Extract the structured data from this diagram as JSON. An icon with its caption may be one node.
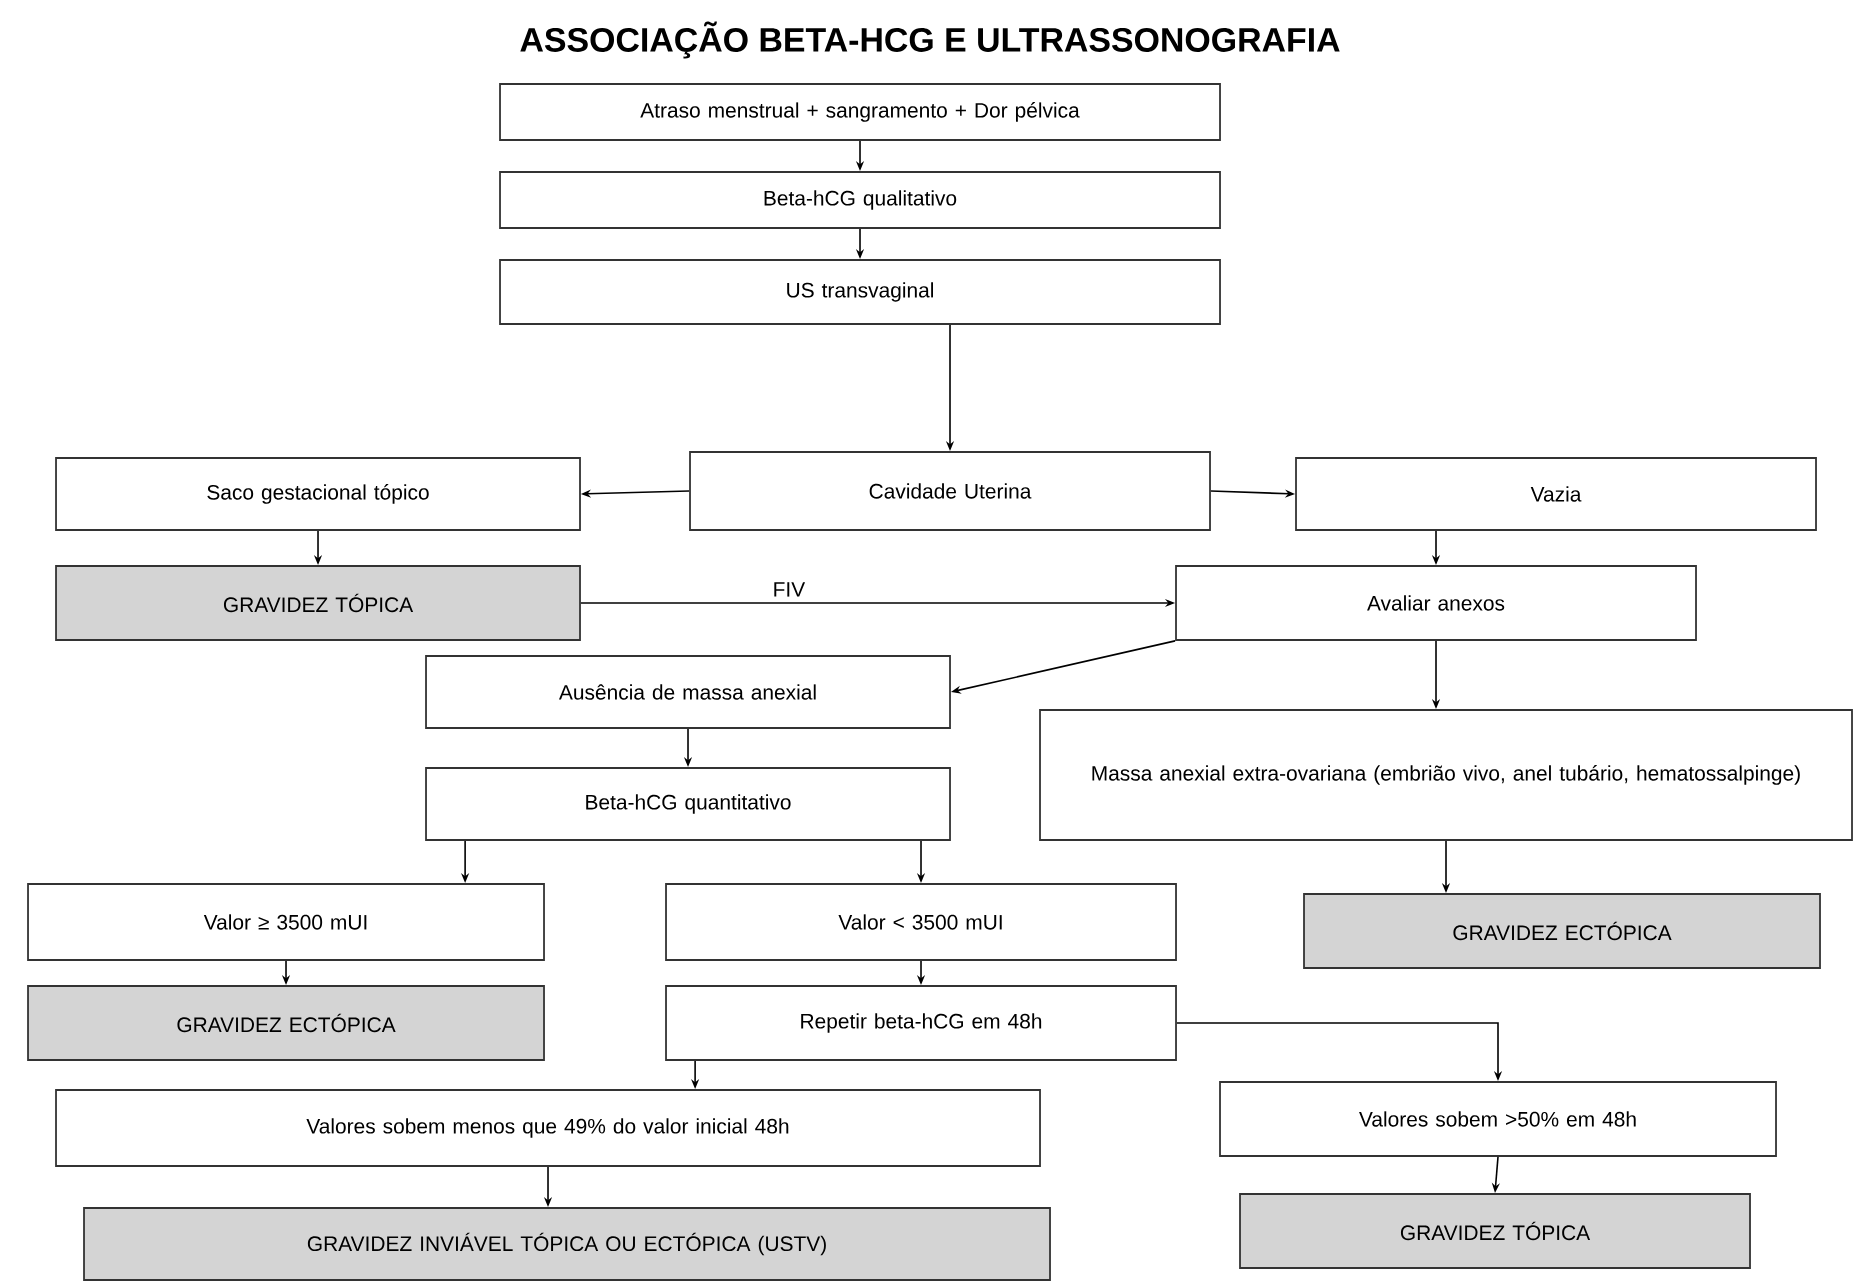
{
  "diagram": {
    "title": "ASSOCIAÇÃO BETA-HCG E ULTRASSONOGRAFIA",
    "nodes": [
      {
        "text": [
          "Atraso menstrual + sangramento + Dor pélvica"
        ]
      },
      {
        "text": [
          "Beta-hCG qualitativo"
        ]
      },
      {
        "text": [
          "US transvaginal"
        ]
      },
      {
        "text": [
          "Saco gestacional tópico"
        ]
      },
      {
        "text": [
          "Cavidade Uterina"
        ]
      },
      {
        "text": [
          "Vazia"
        ]
      },
      {
        "text": [
          "GRAVIDEZ TÓPICA"
        ]
      },
      {
        "text": [
          "Avaliar anexos"
        ]
      },
      {
        "text": [
          "Ausência de massa anexial"
        ]
      },
      {
        "text": [
          "Beta-hCG quantitativo"
        ]
      },
      {
        "text": [
          "Massa anexial extra-ovariana (embrião vivo, anel tubário, hematossalpinge)"
        ]
      },
      {
        "text": [
          "Valor ≥ 3500 mUI"
        ]
      },
      {
        "text": [
          "Valor < 3500 mUI"
        ]
      },
      {
        "text": [
          "GRAVIDEZ ECTÓPICA"
        ]
      },
      {
        "text": [
          "GRAVIDEZ ECTÓPICA"
        ]
      },
      {
        "text": [
          "Repetir beta-hCG em 48h"
        ]
      },
      {
        "text": [
          "Valores sobem menos que 49% do valor inicial 48h"
        ]
      },
      {
        "text": [
          "Valores sobem >50% em 48h"
        ]
      },
      {
        "text": [
          "GRAVIDEZ INVIÁVEL TÓPICA OU ECTÓPICA (USTV)"
        ]
      },
      {
        "text": [
          "GRAVIDEZ TÓPICA"
        ]
      }
    ],
    "edges": [
      {
        "from": 0,
        "to": 1,
        "arrow": "to"
      },
      {
        "from": 1,
        "to": 2,
        "arrow": "to"
      },
      {
        "from": 2,
        "to": 4,
        "arrow": "to"
      },
      {
        "from": 4,
        "to": 3,
        "arrow": "to"
      },
      {
        "from": 4,
        "to": 5,
        "arrow": "to"
      },
      {
        "from": 3,
        "to": 6,
        "arrow": "to"
      },
      {
        "from": 5,
        "to": 7,
        "arrow": "to"
      },
      {
        "from": 6,
        "to": 7,
        "arrow": "to",
        "label": "FIV"
      },
      {
        "from": 7,
        "to": 8,
        "arrow": "to"
      },
      {
        "from": 7,
        "to": 10,
        "arrow": "to"
      },
      {
        "from": 8,
        "to": 9,
        "arrow": "to"
      },
      {
        "from": 9,
        "to": 11,
        "arrow": "to"
      },
      {
        "from": 9,
        "to": 12,
        "arrow": "to"
      },
      {
        "from": 10,
        "to": 13,
        "arrow": "to"
      },
      {
        "from": 11,
        "to": 14,
        "arrow": "to"
      },
      {
        "from": 12,
        "to": 15,
        "arrow": "to"
      },
      {
        "from": 15,
        "to": 16,
        "arrow": "to"
      },
      {
        "from": 15,
        "to": 17,
        "arrow": "to"
      },
      {
        "from": 16,
        "to": 18,
        "arrow": "to"
      },
      {
        "from": 17,
        "to": 19,
        "arrow": "to"
      }
    ]
  }
}
